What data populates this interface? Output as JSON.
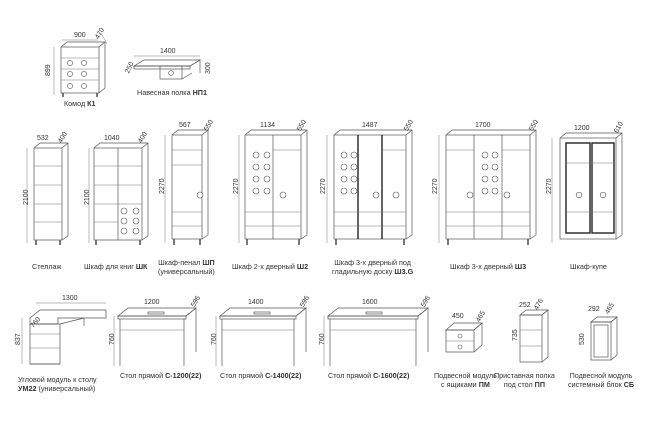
{
  "items": [
    {
      "id": "komod",
      "label_prefix": "Комод ",
      "label_code": "К1",
      "dims": {
        "w": "900",
        "d": "470",
        "h": "899"
      }
    },
    {
      "id": "polka",
      "label_prefix": "Навесная полка ",
      "label_code": "НП1",
      "dims": {
        "w": "1400",
        "d": "250",
        "h": "300"
      }
    },
    {
      "id": "stellazh",
      "label_prefix": "Стеллаж",
      "label_code": "",
      "dims": {
        "w": "532",
        "d": "400",
        "h": "2100"
      }
    },
    {
      "id": "shkaf_knig",
      "label_prefix": "Шкаф для книг ",
      "label_code": "ШК",
      "dims": {
        "w": "1040",
        "d": "400",
        "h": "2100"
      }
    },
    {
      "id": "penal",
      "label_line1_prefix": "Шкаф-пенал ",
      "label_code": "ШП",
      "label_line2": "(универсальный)",
      "dims": {
        "w": "567",
        "d": "550",
        "h": "2270"
      }
    },
    {
      "id": "sh2",
      "label_prefix": "Шкаф 2-х дверный ",
      "label_code": "Ш2",
      "dims": {
        "w": "1134",
        "d": "550",
        "h": "2270"
      }
    },
    {
      "id": "sh3g",
      "label_line1": "Шкаф 3-х дверный под",
      "label_line2_prefix": "гладильную доску ",
      "label_code": "Ш3.G",
      "dims": {
        "w": "1487",
        "d": "550",
        "h": "2270"
      }
    },
    {
      "id": "sh3",
      "label_prefix": "Шкаф 3-х дверный ",
      "label_code": "Ш3",
      "dims": {
        "w": "1700",
        "d": "550",
        "h": "2270"
      }
    },
    {
      "id": "kupe",
      "label_prefix": "Шкаф-купе",
      "label_code": "",
      "dims": {
        "w": "1200",
        "d": "610",
        "h": "2270"
      }
    },
    {
      "id": "um22",
      "label_line1": "Угловой модуль к столу",
      "label_code": "УМ22",
      "label_line2_suffix": " (универсальный)",
      "dims": {
        "w": "1300",
        "d": "760",
        "h": "837"
      }
    },
    {
      "id": "s1200",
      "label_prefix": "Стол прямой ",
      "label_code": "С-1200(22)",
      "dims": {
        "w": "1200",
        "d": "596",
        "h": "760"
      }
    },
    {
      "id": "s1400",
      "label_prefix": "Стол прямой ",
      "label_code": "С-1400(22)",
      "dims": {
        "w": "1400",
        "d": "596",
        "h": "760"
      }
    },
    {
      "id": "s1600",
      "label_prefix": "Стол прямой ",
      "label_code": "С-1600(22)",
      "dims": {
        "w": "1600",
        "d": "596",
        "h": "760"
      }
    },
    {
      "id": "pm",
      "label_line1": "Подвесной модуль",
      "label_line2_prefix": "с ящиками ",
      "label_code": "ПМ",
      "dims": {
        "w": "450",
        "d": "465",
        "h": ""
      }
    },
    {
      "id": "pp",
      "label_line1": "Приставная полка",
      "label_line2_prefix": "под стол ",
      "label_code": "ПП",
      "dims": {
        "w": "252",
        "d": "476",
        "h": "735"
      }
    },
    {
      "id": "sb",
      "label_line1": "Подвесной модуль",
      "label_line2_prefix": "системный блок ",
      "label_code": "СБ",
      "dims": {
        "w": "292",
        "d": "465",
        "h": "530"
      }
    }
  ]
}
